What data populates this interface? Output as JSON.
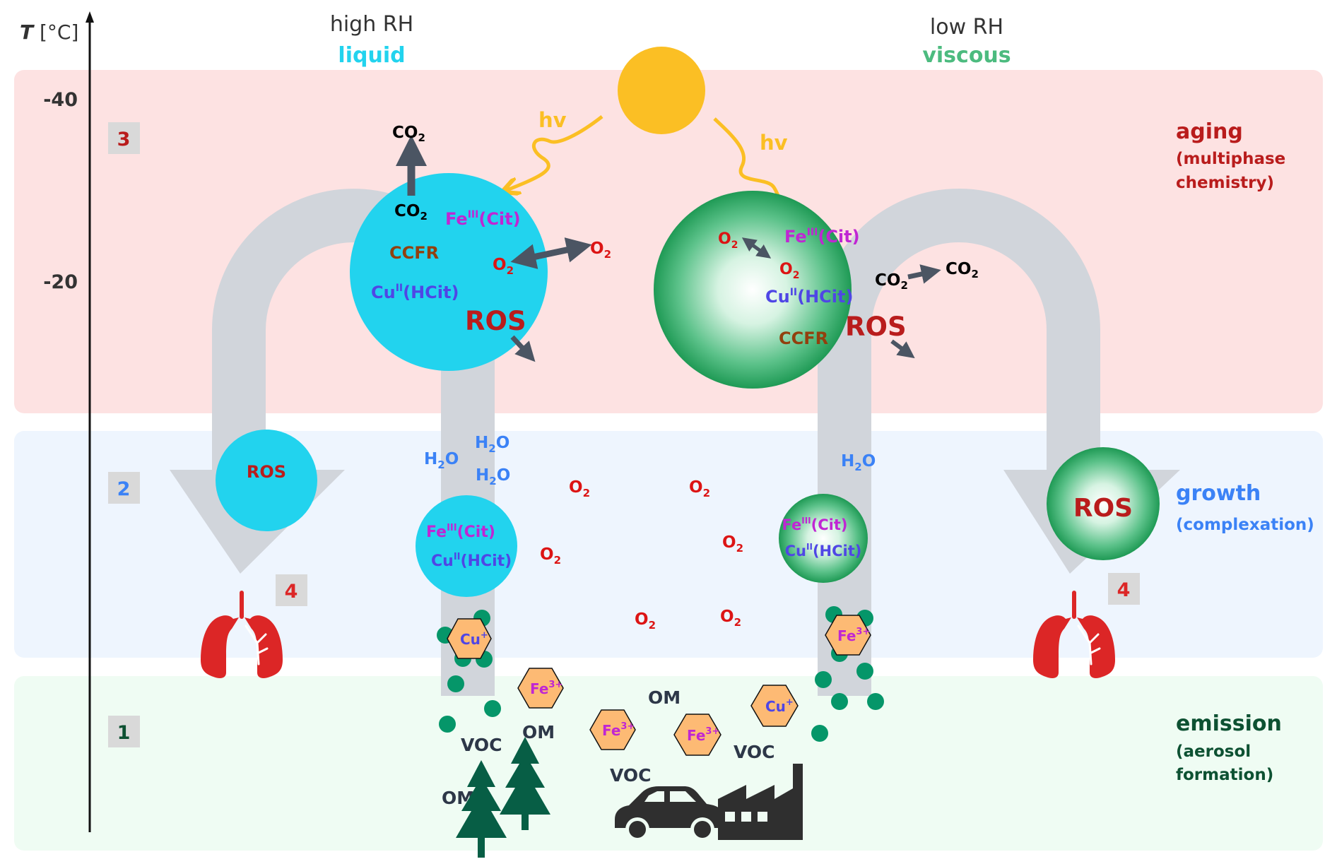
{
  "axis": {
    "label_symbol": "T",
    "label_unit": " [°C]",
    "ticks": [
      "-40",
      "-20"
    ]
  },
  "columns": {
    "left": {
      "title": "high RH",
      "state": "liquid",
      "state_color": "#22d3ee"
    },
    "right": {
      "title": "low RH",
      "state": "viscous",
      "state_color": "#4cbb7f"
    }
  },
  "stages": [
    {
      "number": "1",
      "title": "emission",
      "subtitle_line1": "(aerosol",
      "subtitle_line2": "formation)",
      "color": "#0d5132",
      "band_color": "#effcf3"
    },
    {
      "number": "2",
      "title": "growth",
      "subtitle_line1": "(complexation)",
      "subtitle_line2": "",
      "color": "#3b82f6",
      "band_color": "#eef5fe"
    },
    {
      "number": "3",
      "title": "aging",
      "subtitle_line1": "(multiphase",
      "subtitle_line2": "chemistry)",
      "color": "#b91c1c",
      "band_color": "#fde2e2"
    },
    {
      "number": "4",
      "color": "#dc2626"
    }
  ],
  "light": {
    "label": "hv",
    "color": "#fbbf24"
  },
  "species": {
    "co2": "CO",
    "co2_sub": "2",
    "o2": "O",
    "o2_sub": "2",
    "h2o_a": "H",
    "h2o_sub": "2",
    "h2o_b": "O",
    "fe_cit_base": "Fe",
    "fe_cit_sup": "III",
    "fe_cit_tail": "(Cit)",
    "cu_hcit_base": "Cu",
    "cu_hcit_sup": "II",
    "cu_hcit_tail": "(HCit)",
    "ccfr": "CCFR",
    "ros": "ROS",
    "fe3_base": "Fe",
    "fe3_sup": "3+",
    "cu1_base": "Cu",
    "cu1_sup": "+",
    "voc": "VOC",
    "om": "OM"
  },
  "colors": {
    "fe": "#c026d3",
    "cu": "#4f46e5",
    "ccfr": "#92400e",
    "ros": "#b91c1c",
    "o2": "#dc1414",
    "h2o": "#3b82f6",
    "co2": "#000000",
    "emission_text": "#2d3748",
    "tree": "#075e45",
    "vehicle": "#2f2f2f",
    "lungs": "#dc2626",
    "hexagon": "#fdba74",
    "particle": "#059669",
    "arrow": "#4b5563",
    "flow": "#d1d5db"
  }
}
